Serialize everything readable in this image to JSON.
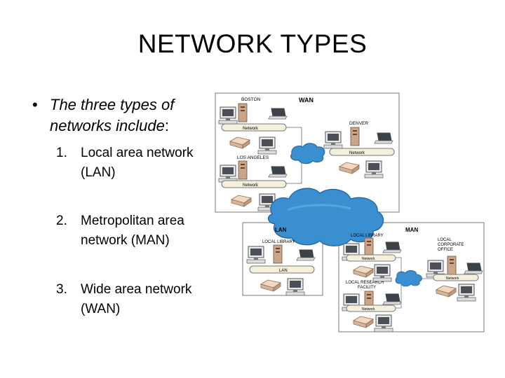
{
  "slide": {
    "title": "NETWORK TYPES",
    "bullet_glyph": "•",
    "bullet_text": "The three types of networks include",
    "bullet_colon": ":",
    "items": [
      {
        "number": "1.",
        "text": "Local area network (LAN)"
      },
      {
        "number": "2.",
        "text": "Metropolitan area network (MAN)"
      },
      {
        "number": "3.",
        "text": "Wide area network (WAN)"
      }
    ]
  },
  "diagram": {
    "wan_panel": {
      "label": "WAN",
      "sites": [
        "BOSTON",
        "DENVER",
        "LOS ANGELES"
      ],
      "network_labels": [
        "Network",
        "Network",
        "Network"
      ]
    },
    "lan_panel": {
      "label": "LAN",
      "site": "LOCAL LIBRARY",
      "network_label": "LAN"
    },
    "man_panel": {
      "label": "MAN",
      "sites": [
        "LOCAL LIBRARY",
        "LOCAL CORPORATE OFFICE",
        "LOCAL RESEARCH FACILITY"
      ],
      "network_labels": [
        "Network",
        "Network",
        "Network"
      ]
    },
    "colors": {
      "cloud": "#3a8fd0",
      "cloud_dark": "#1d5f9a",
      "pipe": "#f4f0dc",
      "tower": "#c9a58a",
      "printer": "#e8c9ad"
    }
  }
}
